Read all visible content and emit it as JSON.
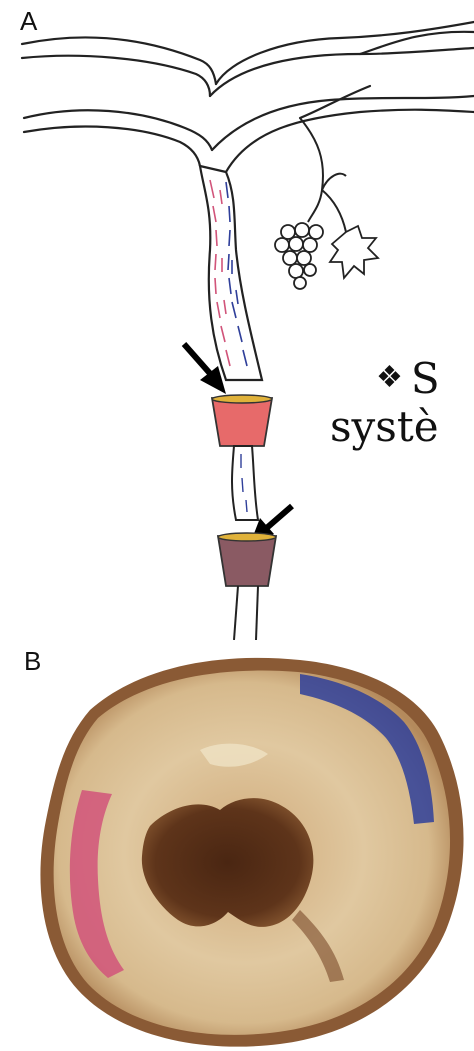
{
  "panel_a": {
    "letter": "A"
  },
  "panel_b": {
    "letter": "B"
  },
  "side_text": {
    "bullet": "❖",
    "line1": "S",
    "line2": "systè"
  },
  "colors": {
    "pink_dye": "#d1547a",
    "blue_dye": "#2f3f9a",
    "top_pot": "#e76a6a",
    "bottom_pot": "#8a5a63",
    "pot_rim": "#e0b23a",
    "wood": "#d9c29b",
    "bark": "#8a5a35",
    "decay": "#5a3118"
  }
}
